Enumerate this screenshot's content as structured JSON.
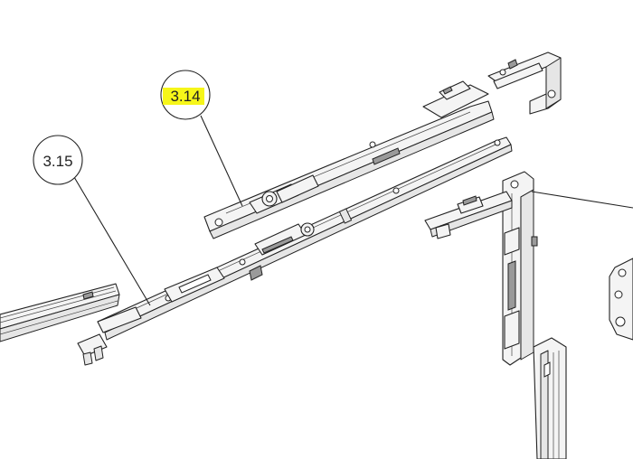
{
  "callouts": [
    {
      "id": "3.14",
      "label": "3.14",
      "highlighted": true
    },
    {
      "id": "3.15",
      "label": "3.15",
      "highlighted": false
    }
  ],
  "colors": {
    "line": "#222222",
    "part_fill": "#f4f4f4",
    "highlight": "#f5f500"
  }
}
